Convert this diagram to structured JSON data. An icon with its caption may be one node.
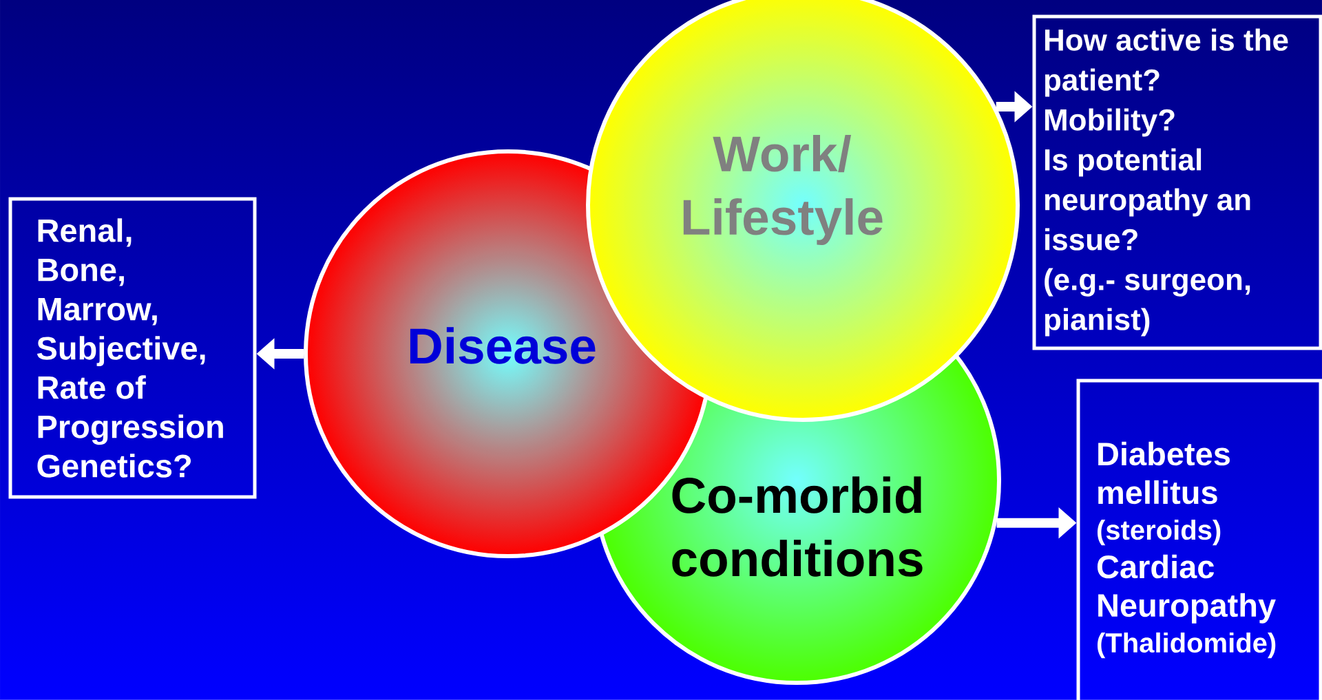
{
  "diagram": {
    "nodes": [
      {
        "text": [
          "Renal, Bone, Marrow, Subjective, Rate of Progression Genetics?"
        ]
      },
      {
        "text": [
          "Disease"
        ]
      },
      {
        "text": [
          "Work/ Lifestyle"
        ]
      },
      {
        "text": [
          "Co-morbid conditions"
        ]
      },
      {
        "text": [
          "How active is the patient?",
          "Mobility?",
          "Is potential neuropathy an issue?",
          "(e.g.- surgeon, pianist)"
        ]
      },
      {
        "text": [
          "Diabetes mellitus",
          "(steroids)",
          "Cardiac",
          "Neuropathy",
          "(Thalidomide)"
        ]
      }
    ],
    "edges": [
      {
        "from": 1,
        "to": 0,
        "arrow": "to"
      },
      {
        "from": 2,
        "to": 4,
        "arrow": "to"
      },
      {
        "from": 3,
        "to": 5,
        "arrow": "to"
      }
    ]
  }
}
